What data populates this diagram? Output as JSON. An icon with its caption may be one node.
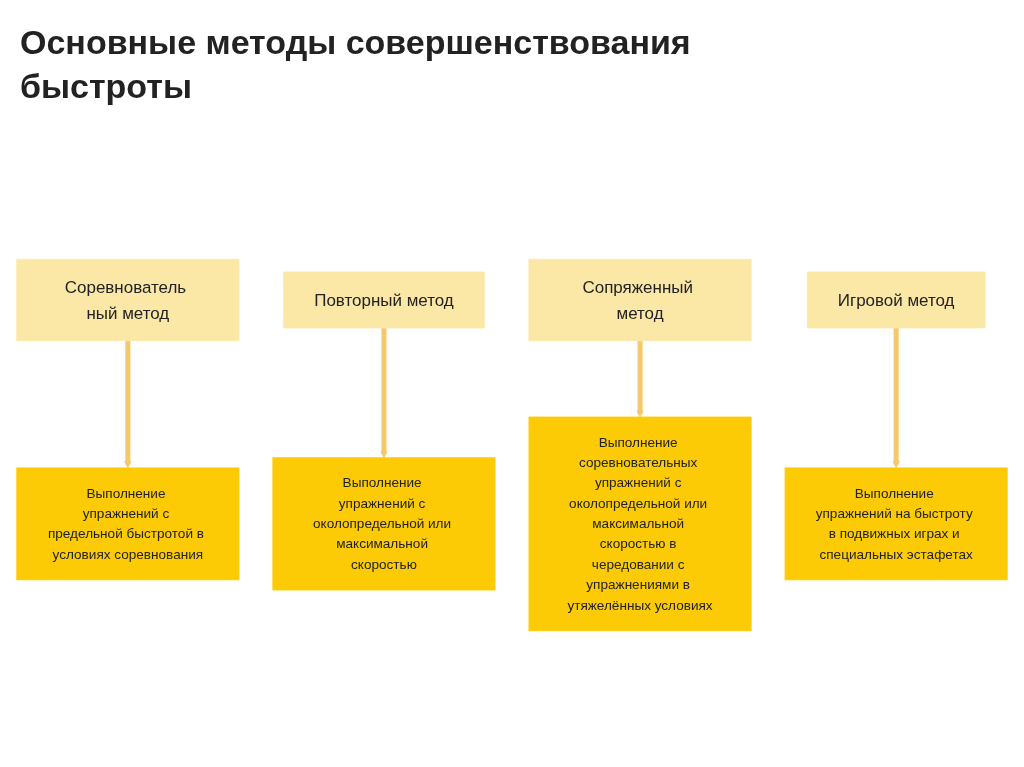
{
  "diagram": {
    "title": "Основные методы совершенствования быстроты",
    "nodes": [
      {
        "text": [
          "Соревнователь ный метод"
        ]
      },
      {
        "text": [
          "Повторный метод"
        ]
      },
      {
        "text": [
          "Сопряженный метод"
        ]
      },
      {
        "text": [
          "Игровой метод"
        ]
      },
      {
        "text": [
          "Выполнение упражнений с предельной быстротой в условиях соревнования"
        ]
      },
      {
        "text": [
          "Выполнение упражнений с околопредельной или максимальной скоростью"
        ]
      },
      {
        "text": [
          "Выполнение соревновательных упражнений с околопредельной или максимальной скоростью в чередовании с упражнениями в утяжелённых условиях"
        ]
      },
      {
        "text": [
          "Выполнение упражнений на быстроту в подвижных играх и специальных эстафетах"
        ]
      }
    ],
    "edges": [
      {
        "from": 0,
        "to": 4,
        "arrow": "to"
      },
      {
        "from": 1,
        "to": 5,
        "arrow": "to"
      },
      {
        "from": 2,
        "to": 6,
        "arrow": "to"
      },
      {
        "from": 3,
        "to": 7,
        "arrow": "to"
      }
    ]
  }
}
